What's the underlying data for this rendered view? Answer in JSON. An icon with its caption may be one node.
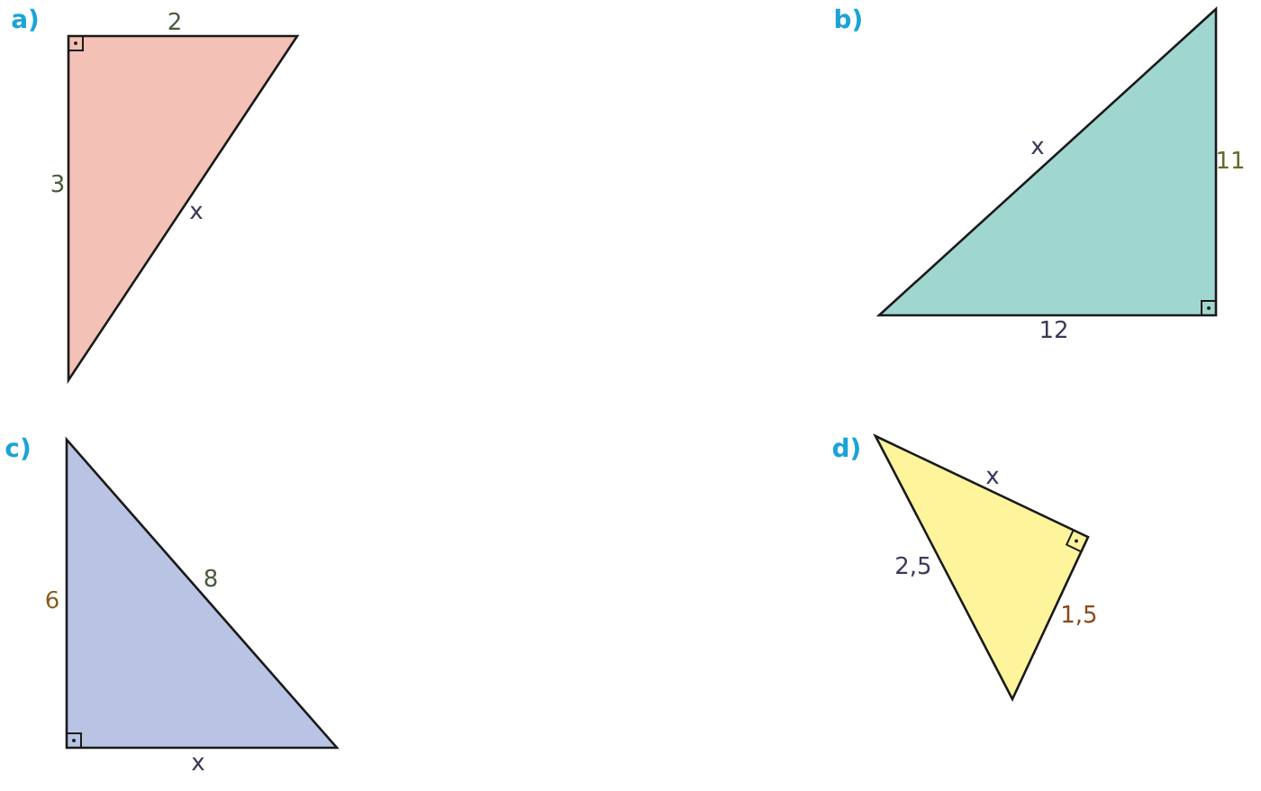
{
  "diagram": {
    "labels": [
      "a)",
      "2",
      "3",
      "x",
      "b)",
      "x",
      "11",
      "12",
      "c)",
      "6",
      "8",
      "x",
      "d)",
      "x",
      "2,5",
      "1,5"
    ]
  }
}
